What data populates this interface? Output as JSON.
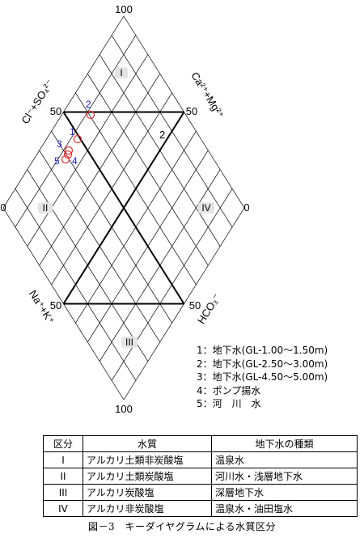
{
  "diagram": {
    "tick_labels": {
      "top": "100",
      "left": "0",
      "right": "0",
      "bottom": "100",
      "upper_left_50": "50",
      "upper_right_50": "50",
      "lower_left_50": "50",
      "lower_right_50": "50"
    },
    "axis_labels": {
      "upper_left": "Cl⁻+SO₄²⁻",
      "upper_right": "Ca²⁺+Mg²⁺",
      "lower_left": "Na⁺+K⁺",
      "lower_right": "HCO₃⁻"
    },
    "regions": [
      "I",
      "II",
      "III",
      "IV"
    ],
    "points": [
      {
        "label": "1"
      },
      {
        "label": "2"
      },
      {
        "label": "3"
      },
      {
        "label": "4"
      },
      {
        "label": "5"
      }
    ],
    "inner_label": "2"
  },
  "legend": [
    "1：地下水(GL-1.00～1.50m)",
    "2：地下水(GL-2.50～3.00m)",
    "3：地下水(GL-4.50～5.00m)",
    "4：ポンプ揚水",
    "5：河　川　水"
  ],
  "table": {
    "headers": [
      "区分",
      "水質",
      "地下水の種類"
    ],
    "rows": [
      [
        "I",
        "アルカリ土類非炭酸塩",
        "温泉水"
      ],
      [
        "II",
        "アルカリ土類炭酸塩",
        "河川水・浅層地下水"
      ],
      [
        "III",
        "アルカリ炭酸塩",
        "深層地下水"
      ],
      [
        "IV",
        "アルカリ非炭酸塩",
        "温泉水・油田塩水"
      ]
    ]
  },
  "caption": "図－3　キーダイヤグラムによる水質区分"
}
